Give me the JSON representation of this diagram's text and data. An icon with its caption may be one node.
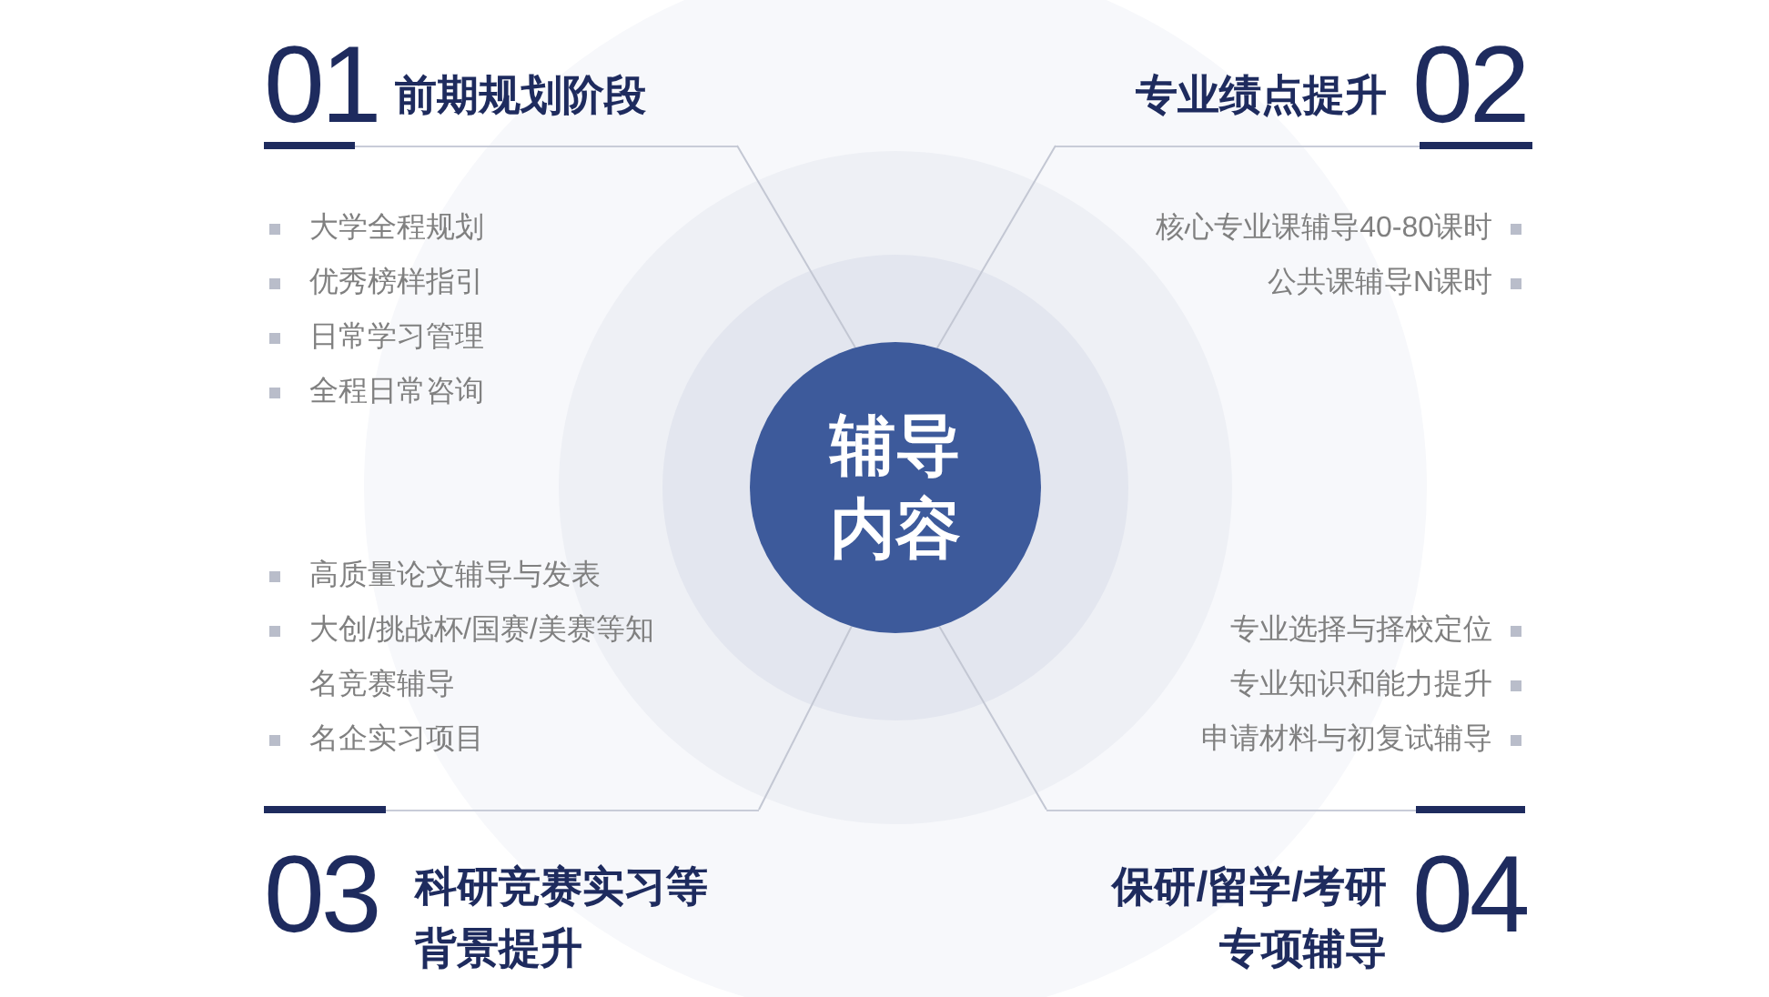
{
  "diagram": {
    "nodes": [
      {
        "text": [
          "辅导内容"
        ]
      },
      {
        "text": [
          "01",
          "前期规划阶段",
          "大学全程规划",
          "优秀榜样指引",
          "日常学习管理",
          "全程日常咨询"
        ]
      },
      {
        "text": [
          "02",
          "专业绩点提升",
          "核心专业课辅导40-80课时",
          "公共课辅导N课时"
        ]
      },
      {
        "text": [
          "高质量论文辅导与发表",
          "大创/挑战杯/国赛/美赛等知名竞赛辅导",
          "名企实习项目",
          "03",
          "科研竞赛实习等背景提升"
        ]
      },
      {
        "text": [
          "专业选择与择校定位",
          "专业知识和能力提升",
          "申请材料与初复试辅导",
          "04",
          "保研/留学/考研专项辅导"
        ]
      }
    ],
    "edges": [
      {
        "from": 0,
        "to": 1,
        "arrow": "none"
      },
      {
        "from": 0,
        "to": 2,
        "arrow": "none"
      },
      {
        "from": 0,
        "to": 3,
        "arrow": "none"
      },
      {
        "from": 0,
        "to": 4,
        "arrow": "none"
      }
    ]
  }
}
